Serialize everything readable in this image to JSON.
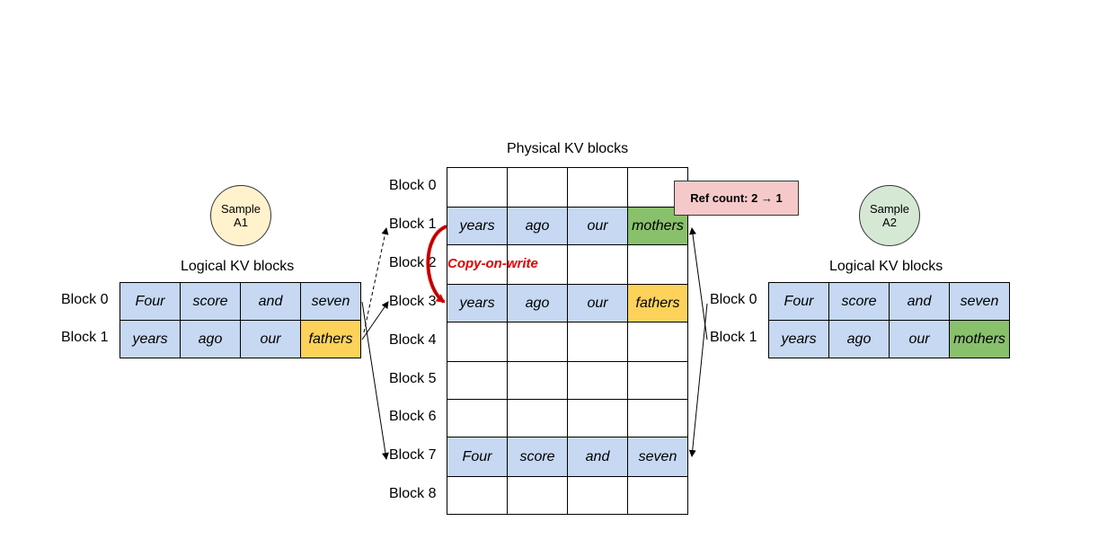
{
  "physical": {
    "title": "Physical KV blocks",
    "blocks": [
      {
        "label": "Block 0",
        "cells": [
          "",
          "",
          "",
          ""
        ],
        "colors": [
          "",
          "",
          "",
          ""
        ]
      },
      {
        "label": "Block 1",
        "cells": [
          "years",
          "ago",
          "our",
          "mothers"
        ],
        "colors": [
          "blue",
          "blue",
          "blue",
          "green"
        ]
      },
      {
        "label": "Block 2",
        "cells": [
          "",
          "",
          "",
          ""
        ],
        "colors": [
          "",
          "",
          "",
          ""
        ]
      },
      {
        "label": "Block 3",
        "cells": [
          "years",
          "ago",
          "our",
          "fathers"
        ],
        "colors": [
          "blue",
          "blue",
          "blue",
          "yellow"
        ]
      },
      {
        "label": "Block 4",
        "cells": [
          "",
          "",
          "",
          ""
        ],
        "colors": [
          "",
          "",
          "",
          ""
        ]
      },
      {
        "label": "Block 5",
        "cells": [
          "",
          "",
          "",
          ""
        ],
        "colors": [
          "",
          "",
          "",
          ""
        ]
      },
      {
        "label": "Block 6",
        "cells": [
          "",
          "",
          "",
          ""
        ],
        "colors": [
          "",
          "",
          "",
          ""
        ]
      },
      {
        "label": "Block 7",
        "cells": [
          "Four",
          "score",
          "and",
          "seven"
        ],
        "colors": [
          "blue",
          "blue",
          "blue",
          "blue"
        ]
      },
      {
        "label": "Block 8",
        "cells": [
          "",
          "",
          "",
          ""
        ],
        "colors": [
          "",
          "",
          "",
          ""
        ]
      }
    ]
  },
  "sample_a1": {
    "name_line1": "Sample",
    "name_line2": "A1",
    "title": "Logical KV blocks",
    "blocks": [
      {
        "label": "Block 0",
        "cells": [
          "Four",
          "score",
          "and",
          "seven"
        ],
        "colors": [
          "blue",
          "blue",
          "blue",
          "blue"
        ]
      },
      {
        "label": "Block 1",
        "cells": [
          "years",
          "ago",
          "our",
          "fathers"
        ],
        "colors": [
          "blue",
          "blue",
          "blue",
          "yellow"
        ]
      }
    ]
  },
  "sample_a2": {
    "name_line1": "Sample",
    "name_line2": "A2",
    "title": "Logical KV blocks",
    "blocks": [
      {
        "label": "Block 0",
        "cells": [
          "Four",
          "score",
          "and",
          "seven"
        ],
        "colors": [
          "blue",
          "blue",
          "blue",
          "blue"
        ]
      },
      {
        "label": "Block 1",
        "cells": [
          "years",
          "ago",
          "our",
          "mothers"
        ],
        "colors": [
          "blue",
          "blue",
          "blue",
          "green"
        ]
      }
    ]
  },
  "ref_count": "Ref count: 2 → 1",
  "copy_on_write": "Copy-on-write",
  "colors": {
    "blue": "#c6d8f2",
    "yellow": "#fcd25a",
    "green": "#88c06c",
    "sample_a1_fill": "#fff2cc",
    "sample_a2_fill": "#d5e8d4",
    "ref_fill": "#f5c9c9",
    "cow_red": "#e00000"
  }
}
